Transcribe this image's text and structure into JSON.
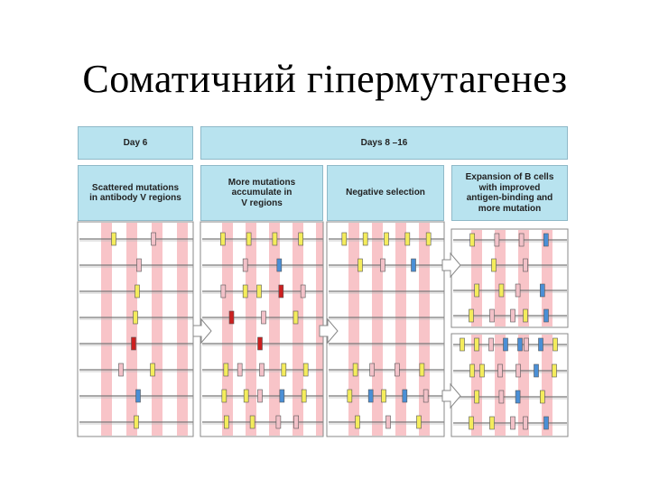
{
  "title": "Соматичний гіпермутагенез",
  "header": {
    "day6": "Day 6",
    "day8_16": "Days 8 –16"
  },
  "stages": [
    {
      "label": "Scattered mutations\nin antibody V regions"
    },
    {
      "label": "More mutations\naccumulate in\nV regions"
    },
    {
      "label": "Negative selection"
    },
    {
      "label": "Expansion of  B cells\nwith improved\nantigen-binding and\nmore mutation"
    }
  ],
  "colors": {
    "panel_bg": "#b8e3ef",
    "stripe": "#f8c4c8",
    "yellow": "#f4ec5c",
    "pink": "#f2c1c8",
    "red": "#cc1f1f",
    "blue": "#4a8fd6",
    "line": "#777777"
  },
  "mark_legend": {
    "y": "yellow-mutation",
    "p": "pink-mutation",
    "r": "red-mutation",
    "b": "blue-mutation"
  },
  "stage1_rows": [
    [
      "y",
      "p"
    ],
    [
      "p"
    ],
    [
      "y"
    ],
    [
      "y"
    ],
    [
      "r"
    ],
    [
      "p",
      "y"
    ],
    [
      "b"
    ],
    [
      "y"
    ]
  ],
  "stage2_rows": [
    [
      "y",
      "y",
      "y",
      "y"
    ],
    [
      "p",
      "b"
    ],
    [
      "p",
      "y",
      "y",
      "r",
      "p"
    ],
    [
      "r",
      "p",
      "y"
    ],
    [
      "r"
    ],
    [
      "y",
      "p",
      "p",
      "y",
      "y"
    ],
    [
      "y",
      "y",
      "p",
      "b",
      "y"
    ],
    [
      "y",
      "y",
      "p",
      "p"
    ]
  ],
  "stage3_rows": [
    [
      "y",
      "y",
      "y",
      "y",
      "y"
    ],
    [
      "y",
      "p",
      "b"
    ],
    [],
    [],
    [],
    [
      "y",
      "p",
      "p",
      "y"
    ],
    [
      "y",
      "b",
      "y",
      "b",
      "p"
    ],
    [
      "y",
      "p",
      "y"
    ]
  ],
  "stage4_upper": [
    [
      "y",
      "p",
      "p",
      "b"
    ],
    [
      "y",
      "p"
    ],
    [
      "y",
      "y",
      "p",
      "b"
    ],
    [
      "y",
      "p",
      "p",
      "y",
      "b"
    ]
  ],
  "stage4_lower": [
    [
      "y",
      "y",
      "p",
      "b",
      "b",
      "p",
      "b",
      "y"
    ],
    [
      "y",
      "y",
      "p",
      "p",
      "b",
      "y"
    ],
    [
      "y",
      "p",
      "b",
      "y"
    ],
    [
      "y",
      "y",
      "p",
      "p",
      "b"
    ]
  ]
}
